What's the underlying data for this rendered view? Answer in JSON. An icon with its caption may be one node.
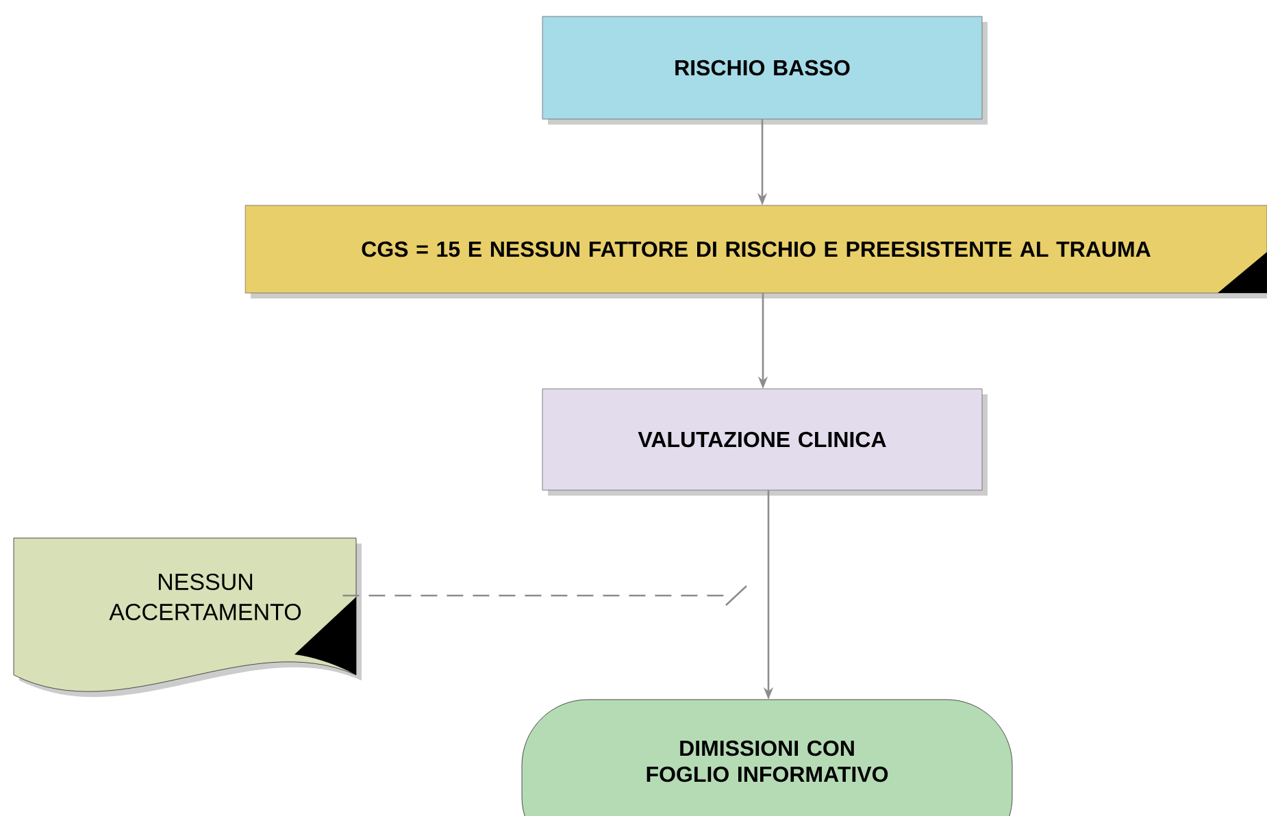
{
  "diagram": {
    "nodes": [
      {
        "text": [
          "RISCHIO BASSO"
        ]
      },
      {
        "text": [
          "CGS = 15  E NESSUN FATTORE DI RISCHIO E PREESISTENTE AL TRAUMA"
        ]
      },
      {
        "text": [
          "VALUTAZIONE CLINICA"
        ]
      },
      {
        "text": [
          "NESSUN ACCERTAMENTO"
        ]
      },
      {
        "text": [
          "DIMISSIONI CON FOGLIO INFORMATIVO"
        ]
      }
    ],
    "edges": [
      {
        "from": 0,
        "to": 1,
        "arrow": "to"
      },
      {
        "from": 1,
        "to": 2,
        "arrow": "to"
      },
      {
        "from": 2,
        "to": 4,
        "arrow": "to"
      },
      {
        "from": 3,
        "to": null,
        "arrow": "none",
        "style": "dashed"
      }
    ]
  }
}
